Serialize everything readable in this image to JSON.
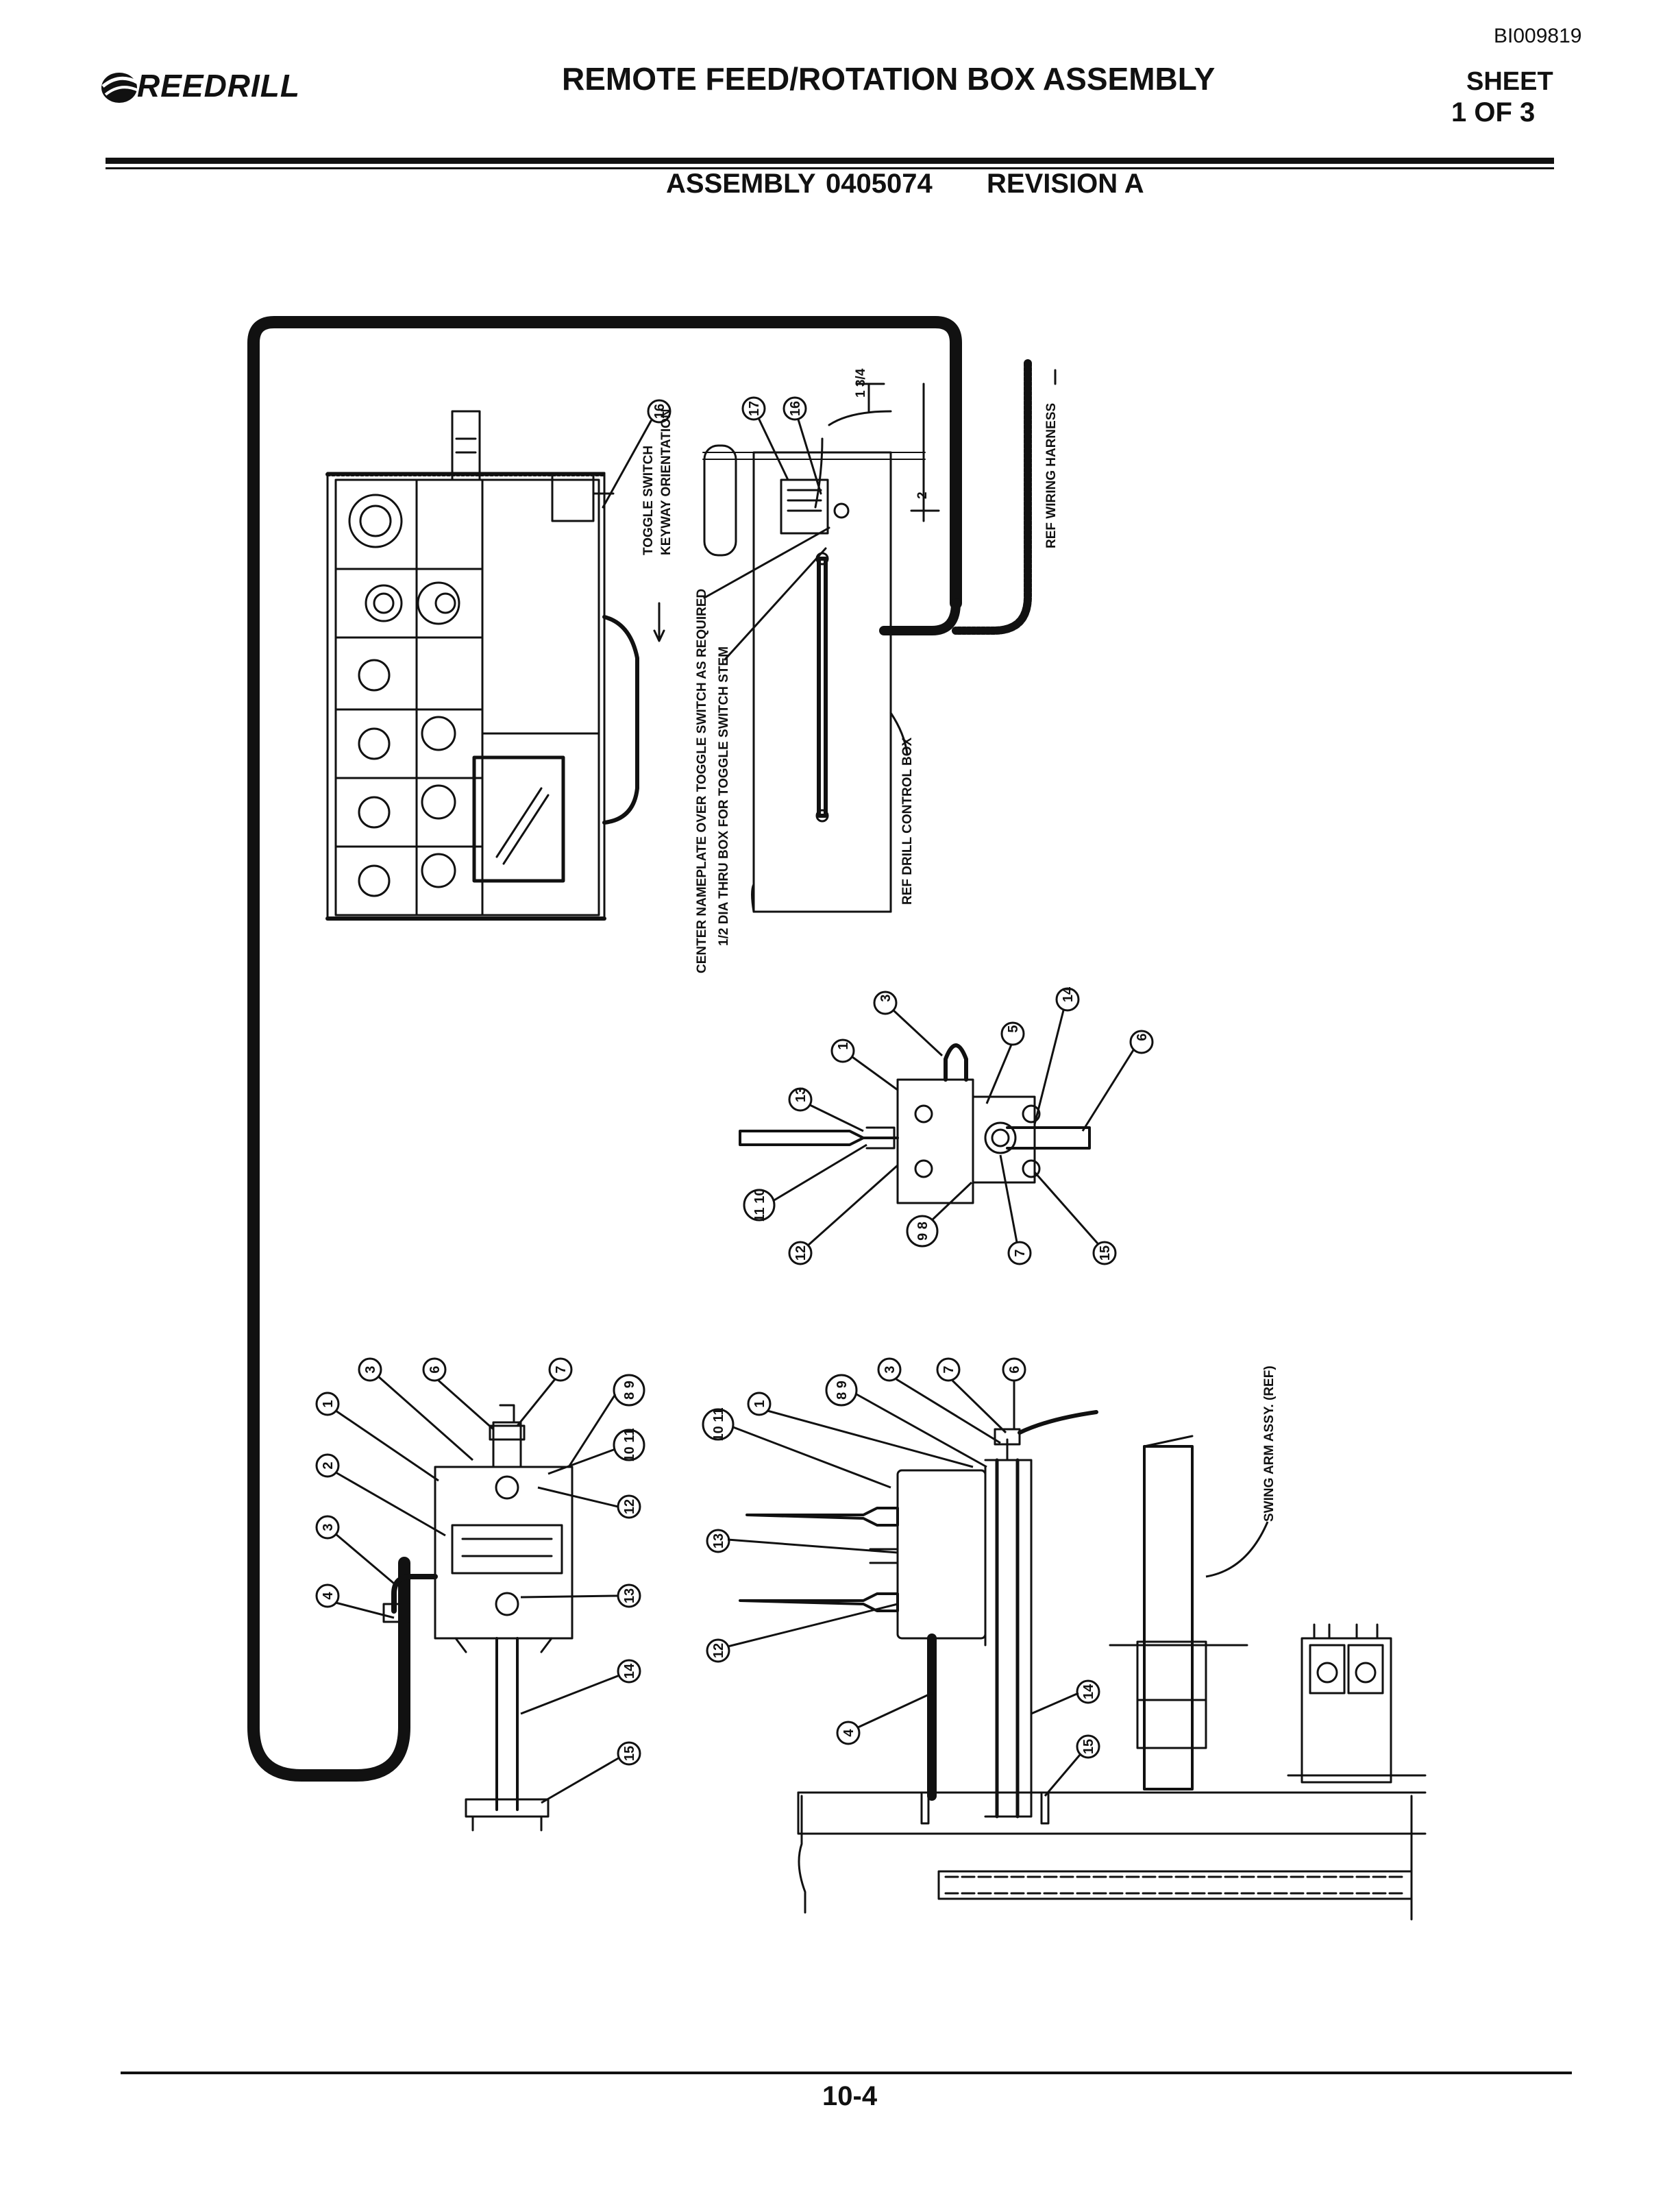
{
  "header": {
    "doc_id": "BI009819",
    "brand": "REEDRILL",
    "title": "REMOTE FEED/ROTATION BOX ASSEMBLY",
    "sheet_label": "SHEET",
    "sheet_number": "1 OF 3",
    "assembly": "ASSEMBLY 0405074",
    "revision": "REVISION A"
  },
  "notes": {
    "toggle_switch": "TOGGLE SWITCH",
    "keyway": "KEYWAY ORIENTATION",
    "center_nameplate": "CENTER NAMEPLATE OVER TOGGLE SWITCH AS REQUIRED",
    "dia_thru": "1/2 DIA THRU BOX FOR TOGGLE SWITCH STEM",
    "ref_control_box": "REF DRILL CONTROL BOX",
    "ref_wiring": "REF WIRING HARNESS",
    "swing_arm": "SWING ARM ASSY. (REF)",
    "dim_a": "1 3/4",
    "dim_b": "2"
  },
  "callouts": {
    "top": [
      "16",
      "17",
      "16"
    ],
    "middle": [
      "3",
      "1",
      "5",
      "14",
      "6",
      "13",
      "11 10",
      "12",
      "9 8",
      "7",
      "15"
    ],
    "left": [
      "3",
      "6",
      "7",
      "1",
      "2",
      "3",
      "4",
      "8 9",
      "10 11",
      "12",
      "13",
      "14",
      "15"
    ],
    "right": [
      "10 11",
      "1",
      "8 9",
      "3",
      "7",
      "6",
      "13",
      "12",
      "4",
      "14",
      "15"
    ]
  },
  "footer": {
    "page": "10-4"
  }
}
